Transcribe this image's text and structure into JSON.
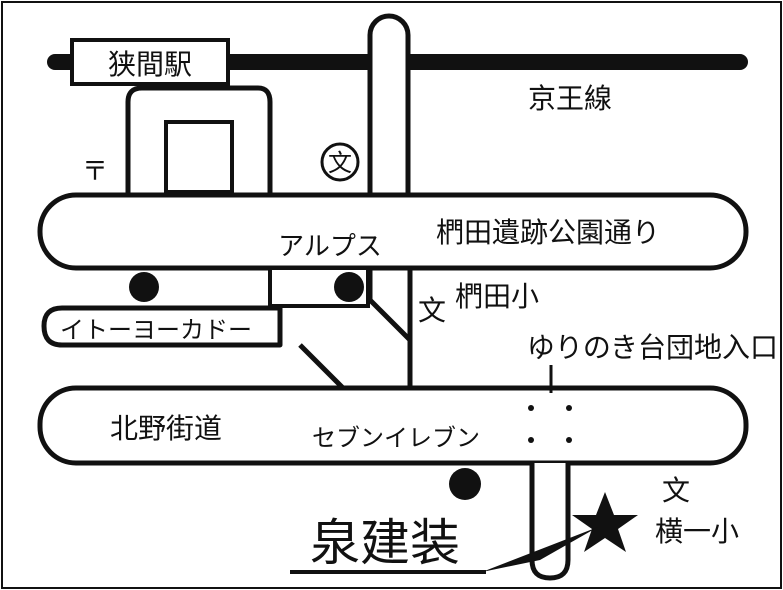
{
  "station": {
    "name": "狭間駅"
  },
  "railway": {
    "name": "京王線"
  },
  "roads": {
    "park_street": "椚田遺跡公園通り",
    "kitano_kaido": "北野街道"
  },
  "landmarks": {
    "alps": "アルプス",
    "ito_yokado": "イトーヨーカドー",
    "seven_eleven": "セブンイレブン",
    "entrance": "ゆりのき台団地入口",
    "kunugida_school": "椚田小",
    "yokoichi_school": "横一小",
    "post_office_symbol": "〒",
    "school_symbol": "文",
    "destination": "泉建装"
  },
  "colors": {
    "ink": "#111111",
    "paper": "#ffffff"
  }
}
